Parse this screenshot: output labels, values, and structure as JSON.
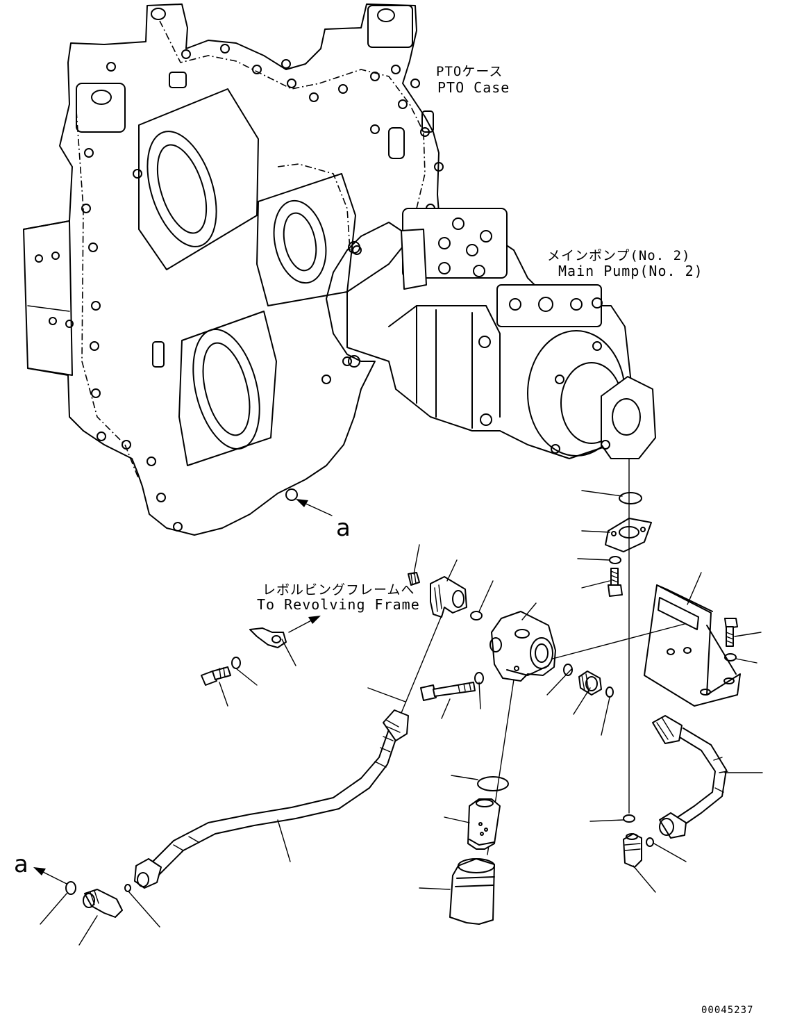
{
  "labels": {
    "pto_case_jp": "PTOケース",
    "pto_case_en": "PTO Case",
    "main_pump_jp": "メインポンプ(No. 2)",
    "main_pump_en": "Main Pump(No. 2)",
    "revolving_frame_jp": "レボルビングフレームへ",
    "revolving_frame_en": "To Revolving Frame",
    "view_ref_upper": "a",
    "view_ref_lower": "a",
    "document_number": "00045237"
  }
}
